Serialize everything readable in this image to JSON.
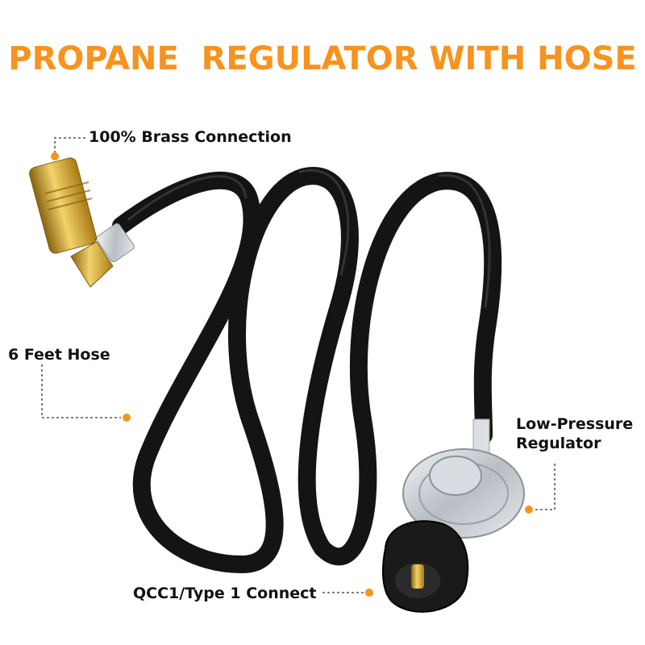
{
  "title": "PROPANE  REGULATOR WITH HOSE",
  "labels": {
    "brass": "100% Brass Connection",
    "hose": "6 Feet Hose",
    "regulator_line1": "Low-Pressure",
    "regulator_line2": "Regulator",
    "qcc": "QCC1/Type 1 Connect"
  },
  "colors": {
    "accent": "#f7931e",
    "hose": "#111111",
    "brass": "#d4a017",
    "regulator": "#c8ccd0"
  }
}
